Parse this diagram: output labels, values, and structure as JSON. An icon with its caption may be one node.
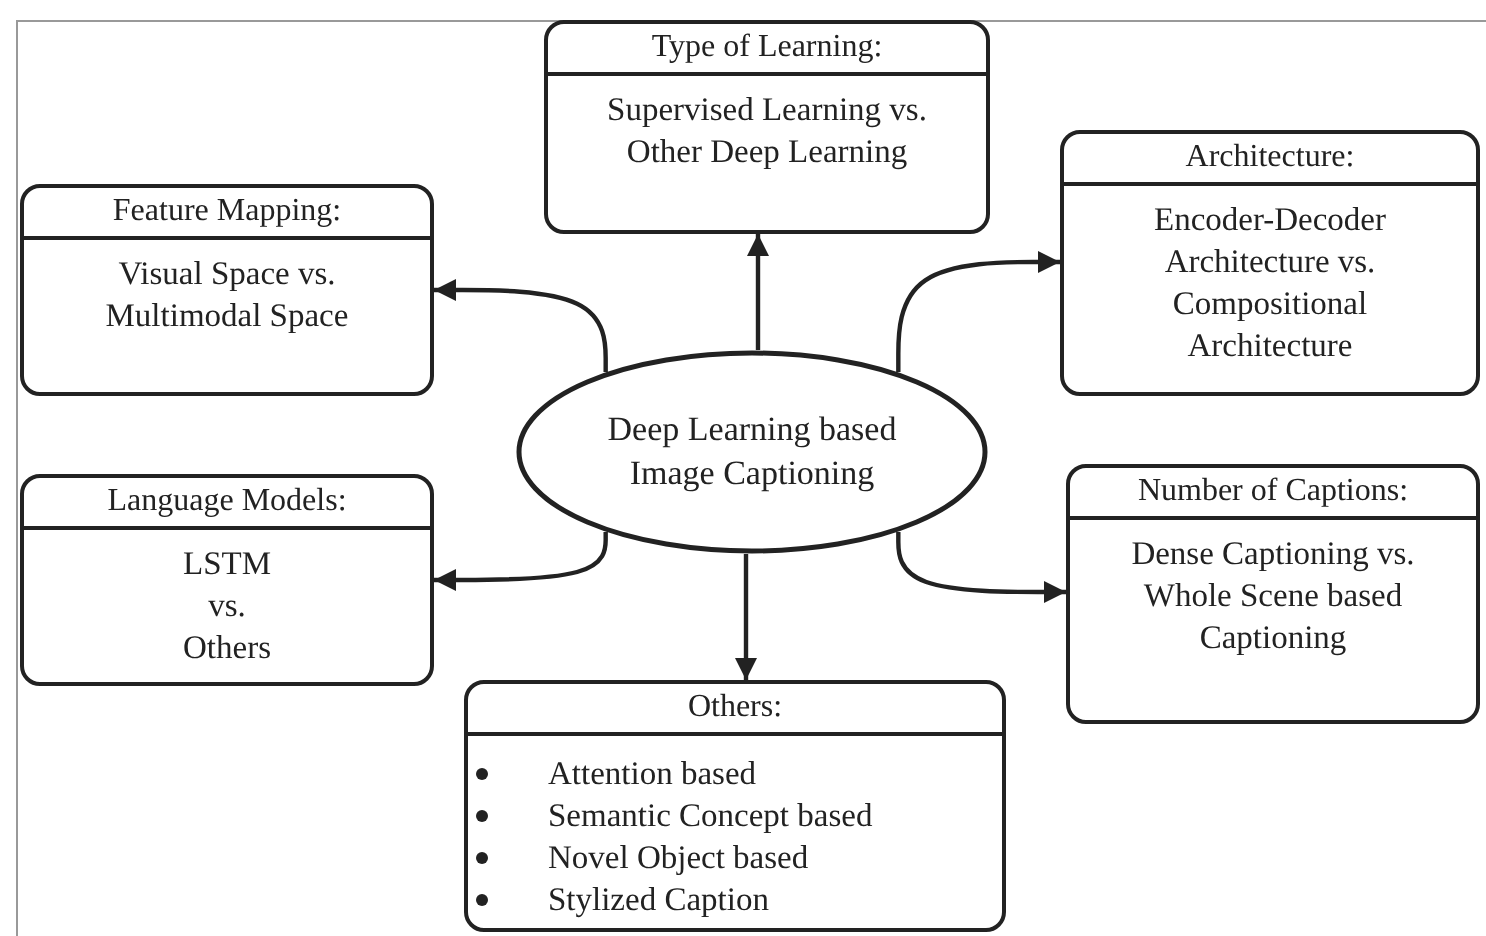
{
  "diagram": {
    "nodes": [
      {
        "text": [
          "Type of Learning:",
          "Supervised Learning vs. Other Deep Learning"
        ]
      },
      {
        "text": [
          "Feature Mapping:",
          "Visual Space vs. Multimodal Space"
        ]
      },
      {
        "text": [
          "Architecture:",
          "Encoder-Decoder Architecture vs. Compositional Architecture"
        ]
      },
      {
        "text": [
          "Deep Learning based Image Captioning"
        ]
      },
      {
        "text": [
          "Language Models:",
          "LSTM vs. Others"
        ]
      },
      {
        "text": [
          "Number of Captions:",
          "Dense Captioning vs. Whole Scene based Captioning"
        ]
      },
      {
        "text": [
          "Others:",
          "Attention based",
          "Semantic Concept based",
          "Novel Object based",
          "Stylized Caption"
        ]
      }
    ],
    "edges": [
      {
        "from": 3,
        "to": 0,
        "arrow": "to"
      },
      {
        "from": 3,
        "to": 1,
        "arrow": "to"
      },
      {
        "from": 3,
        "to": 2,
        "arrow": "to"
      },
      {
        "from": 3,
        "to": 4,
        "arrow": "to"
      },
      {
        "from": 3,
        "to": 5,
        "arrow": "to"
      },
      {
        "from": 3,
        "to": 6,
        "arrow": "to"
      }
    ]
  }
}
